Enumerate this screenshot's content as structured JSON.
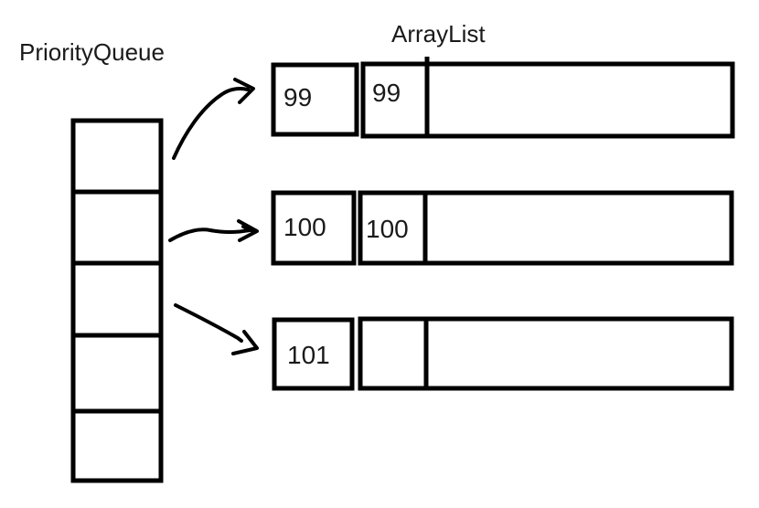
{
  "labels": {
    "priority_queue": "PriorityQueue",
    "array_list": "ArrayList"
  },
  "priority_queue": {
    "cell_count": 5,
    "cells": [
      "",
      "",
      "",
      "",
      ""
    ]
  },
  "array_lists": [
    {
      "head_value": "99",
      "slots": [
        "99",
        ""
      ]
    },
    {
      "head_value": "100",
      "slots": [
        "100",
        ""
      ]
    },
    {
      "head_value": "101",
      "slots": [
        "",
        ""
      ]
    }
  ],
  "arrows": [
    {
      "from": "priority-queue-cell-1",
      "to": "array-list-99"
    },
    {
      "from": "priority-queue-cell-2",
      "to": "array-list-100"
    },
    {
      "from": "priority-queue-cell-3",
      "to": "array-list-101"
    }
  ],
  "colors": {
    "stroke": "#000000",
    "text": "#1a1a1a",
    "background": "#ffffff"
  }
}
